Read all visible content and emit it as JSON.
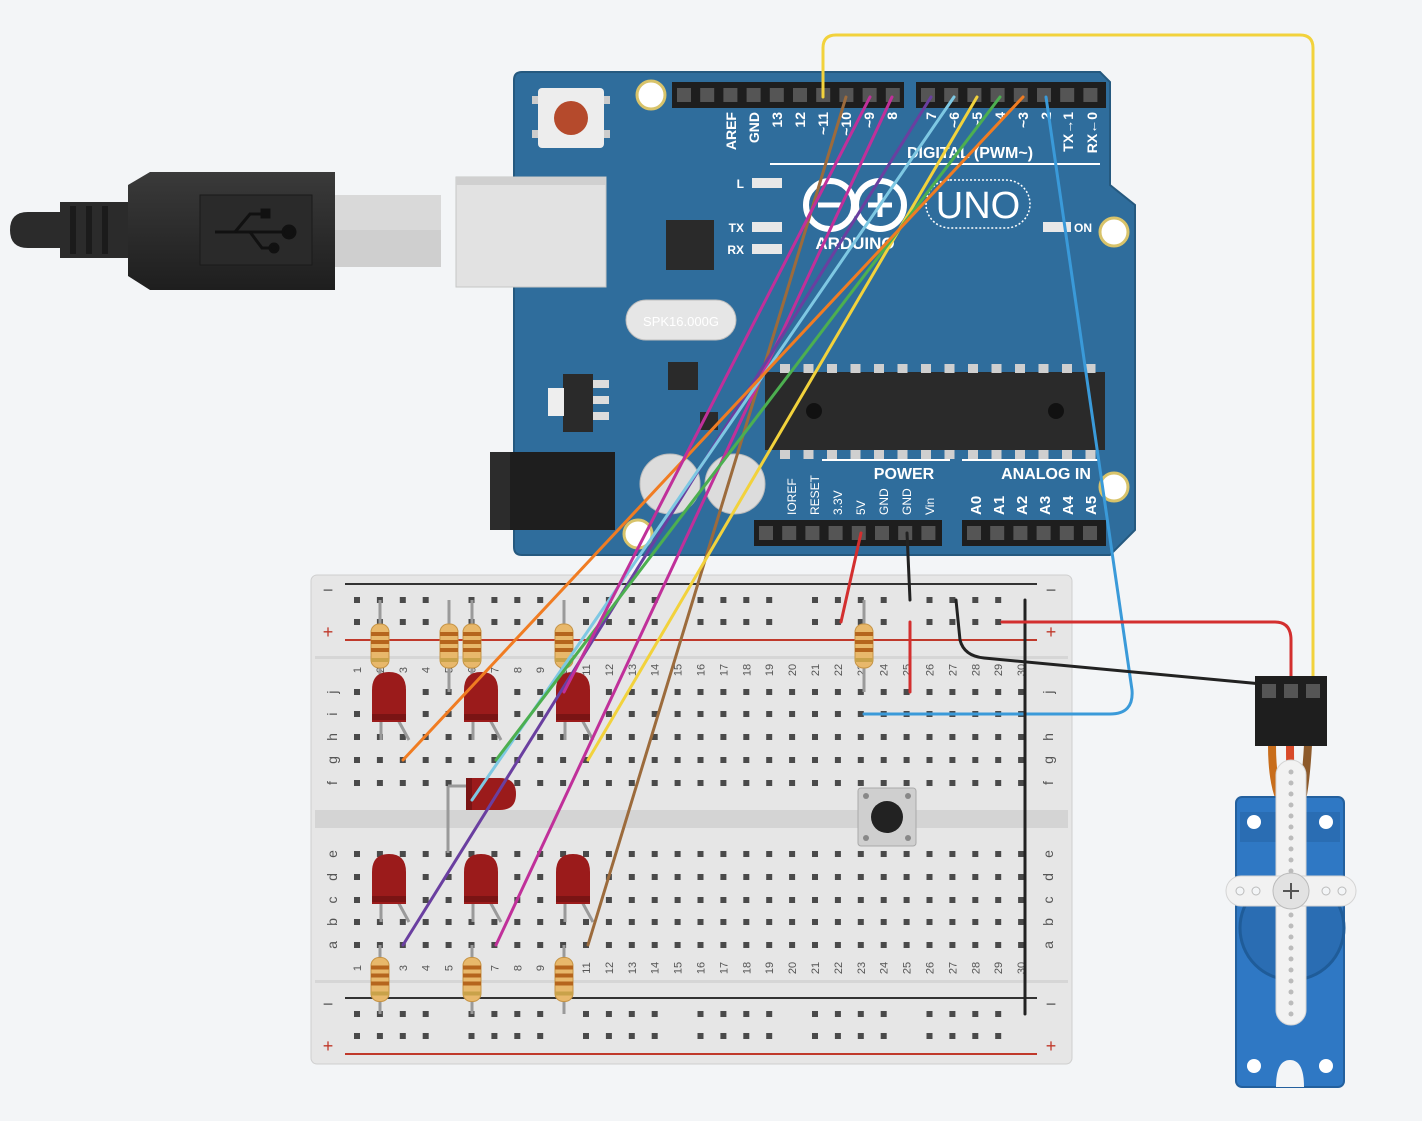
{
  "arduino": {
    "brand": "ARDUINO",
    "model": "UNO",
    "crystal": "SPK16.000G",
    "digital_label": "DIGITAL (PWM~)",
    "power_label": "POWER",
    "analog_label": "ANALOG IN",
    "on_label": "ON",
    "led_labels": [
      "L",
      "TX",
      "RX"
    ],
    "top_pins": [
      "AREF",
      "GND",
      "13",
      "12",
      "~11",
      "~10",
      "~9",
      "8",
      "7",
      "~6",
      "~5",
      "4",
      "~3",
      "2",
      "TX→1",
      "RX←0"
    ],
    "power_pins": [
      "IOREF",
      "RESET",
      "3.3V",
      "5V",
      "GND",
      "GND",
      "Vin"
    ],
    "analog_pins": [
      "A0",
      "A1",
      "A2",
      "A3",
      "A4",
      "A5"
    ],
    "colors": {
      "board": "#2f6d9c",
      "board_edge": "#25597f",
      "label": "#ffffff"
    }
  },
  "breadboard": {
    "columns": 30,
    "rows_top": [
      "j",
      "i",
      "h",
      "g",
      "f"
    ],
    "rows_bottom": [
      "e",
      "d",
      "c",
      "b",
      "a"
    ],
    "rail_minus": "−",
    "rail_plus": "+",
    "colors": {
      "body": "#e6e6e6",
      "hole": "#4a4a4a",
      "rail_red": "#c0392b",
      "rail_black": "#333333"
    }
  },
  "wire_colors": {
    "yellow": "#f2d23c",
    "brown": "#9c6b3c",
    "purple": "#6a3fa0",
    "magenta": "#c0309a",
    "lightblue": "#7ec8e3",
    "green": "#4caf50",
    "orange": "#f07c22",
    "blue": "#3a9ad9",
    "red": "#d32f2f",
    "black": "#222222"
  },
  "components": {
    "leds": 7,
    "resistors": 8,
    "pushbutton": 1,
    "servo": 1,
    "usb_cable": 1,
    "led_color": "#9b1b1b",
    "servo_color": "#2f78c4"
  }
}
